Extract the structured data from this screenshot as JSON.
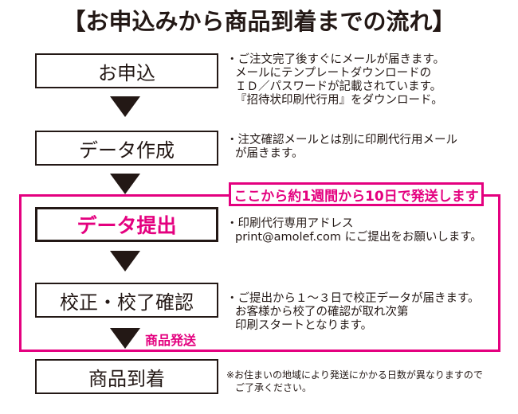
{
  "title": "【お申込みから商品到着までの流れ】",
  "steps": [
    {
      "label": "お申込",
      "notes": [
        "・ご注文完了後すぐにメールが届きます。",
        "メールにテンプレートダウンロードの",
        "ＩＤ／パスワードが記載されています。",
        "『招待状印刷代行用』をダウンロード。"
      ]
    },
    {
      "label": "データ作成",
      "notes": [
        "・注文確認メールとは別に印刷代行用メール",
        "が届きます。"
      ]
    },
    {
      "label": "データ提出",
      "notes": [
        "・印刷代行専用アドレス",
        "print@amolef.com にご提出をお願いします。"
      ]
    },
    {
      "label": "校正・校了確認",
      "notes": [
        "・ご提出から１～３日で校正データが届きます。",
        "お客様から校了の確認が取れ次第",
        "印刷スタートとなります。"
      ]
    },
    {
      "label": "商品到着",
      "notes": [
        "※お住まいの地域により発送にかかる日数が異なりますので",
        "ご了承ください。"
      ]
    }
  ],
  "shipping_window": "ここから約1週間から10日で発送します",
  "shipping_label": "商品発送",
  "colors": {
    "accent": "#e4007f",
    "ink": "#231815"
  }
}
